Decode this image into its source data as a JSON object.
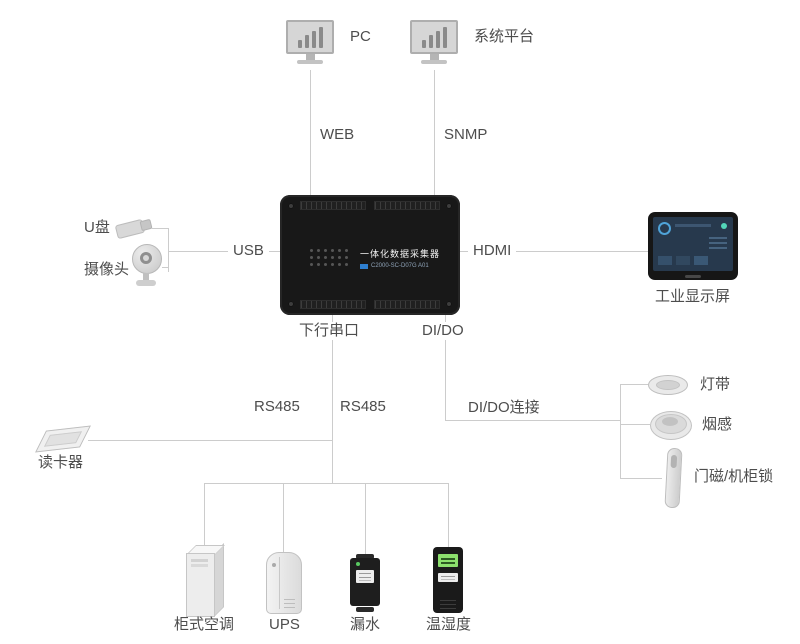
{
  "device": {
    "title": "一体化数据采集器",
    "model": "C2000-SC-D07G A01"
  },
  "nodes": {
    "pc": "PC",
    "platform": "系统平台",
    "usb_drive": "U盘",
    "camera": "摄像头",
    "display": "工业显示屏",
    "light_strip": "灯带",
    "smoke_sensor": "烟感",
    "door_lock": "门磁/机柜锁",
    "card_reader": "读卡器",
    "air_conditioner": "柜式空调",
    "ups": "UPS",
    "water_leak": "漏水",
    "temp_humidity": "温湿度"
  },
  "connections": {
    "web": "WEB",
    "snmp": "SNMP",
    "usb": "USB",
    "hdmi": "HDMI",
    "serial": "下行串口",
    "dido": "DI/DO",
    "rs485_left": "RS485",
    "rs485_right": "RS485",
    "dido_link": "DI/DO连接"
  },
  "colors": {
    "line": "#cccccc",
    "label_text": "#4d4d4d",
    "device_body": "#181818",
    "accent_blue": "#2e7fd0",
    "lcd_green": "#8ce06d"
  }
}
